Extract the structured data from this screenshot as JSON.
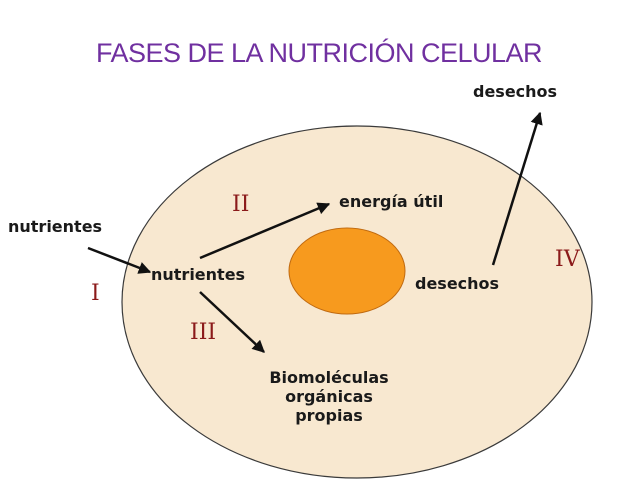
{
  "title": "FASES DE LA NUTRICIÓN CELULAR",
  "labels": {
    "nutrientes_out": "nutrientes",
    "nutrientes_in": "nutrientes",
    "energia": "energía útil",
    "desechos_in": "desechos",
    "desechos_out": "desechos",
    "bio_line1": "Biomoléculas",
    "bio_line2": "orgánicas",
    "bio_line3": "propias"
  },
  "phases": {
    "p1": "I",
    "p2": "II",
    "p3": "III",
    "p4": "IV"
  },
  "colors": {
    "title": "#7030a0",
    "cell_fill": "#f8e8d0",
    "cell_stroke": "#3a3a3a",
    "nucleus_fill": "#f79a1e",
    "nucleus_stroke": "#c06a10",
    "phase_numerals": "#8b1a1a",
    "arrows": "#111111"
  }
}
